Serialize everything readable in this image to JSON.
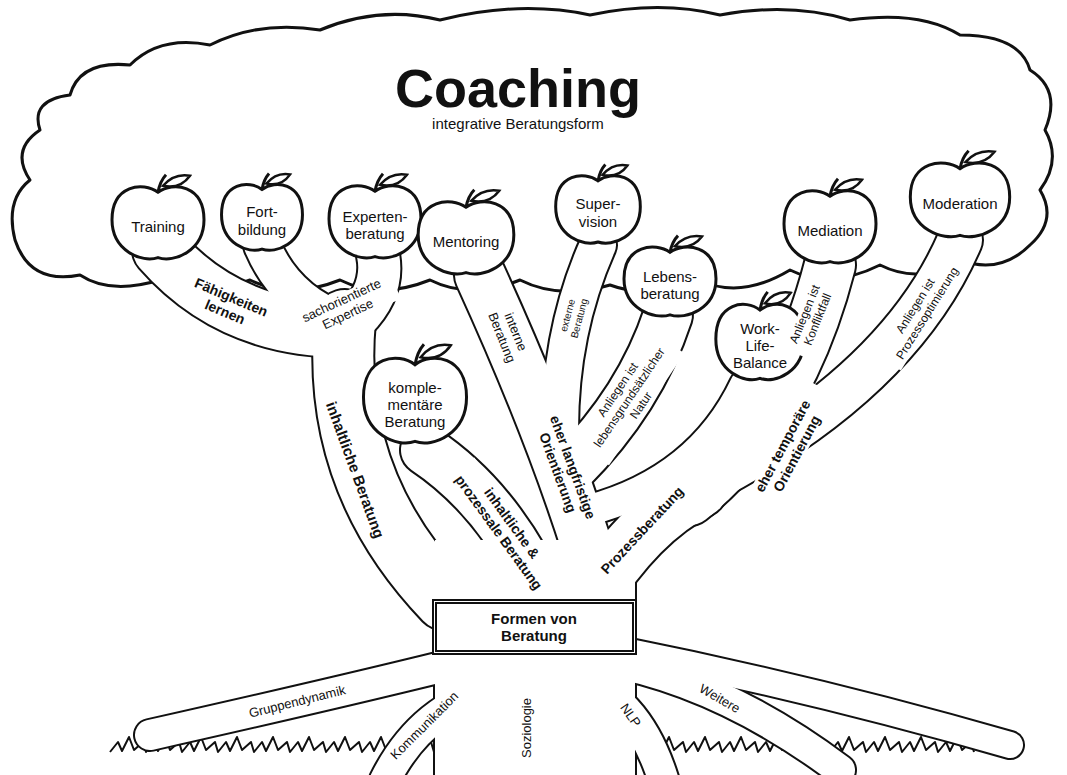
{
  "diagram": {
    "title": "Coaching",
    "nodes": [
      {
        "text": [
          "Training"
        ]
      },
      {
        "text": [
          "Fort- bildung"
        ]
      },
      {
        "text": [
          "Experten- beratung"
        ]
      },
      {
        "text": [
          "Mentoring"
        ]
      },
      {
        "text": [
          "Super- vision"
        ]
      },
      {
        "text": [
          "Mediation"
        ]
      },
      {
        "text": [
          "Moderation"
        ]
      },
      {
        "text": [
          "Lebens- beratung"
        ]
      },
      {
        "text": [
          "Work- Life- Balance"
        ]
      },
      {
        "text": [
          "komple- mentäre Beratung"
        ]
      },
      {
        "text": [
          "Formen von Beratung"
        ]
      }
    ],
    "labels": [
      "integrative Beratungsform",
      "Fähigkeiten lernen",
      "sachorientierte Expertise",
      "inhaltliche Beratung",
      "interne Beratung",
      "externe Beratung",
      "eher langfristige Orientierung",
      "inhaltliche & prozessale Beratung",
      "Anliegen ist lebensgrundsätzlicher Natur",
      "Anliegen ist Konfliktfall",
      "Anliegen ist Prozessoptimierung",
      "eher temporäre Orientierung",
      "Prozessberatung",
      "Gruppendynamik",
      "Kommunikation",
      "Soziologie",
      "NLP",
      "Weitere"
    ]
  }
}
